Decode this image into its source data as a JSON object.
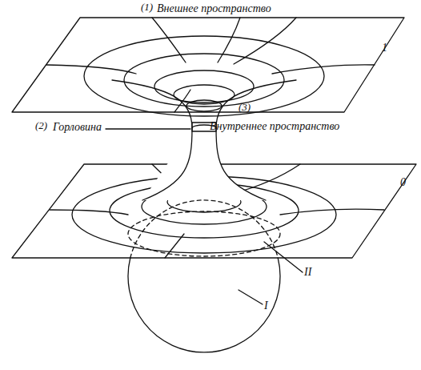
{
  "diagram": {
    "labels": [
      "(1)",
      "Внешнее пространство",
      "1",
      "(2)",
      "Горловина",
      "(3)",
      "Внутреннее пространство",
      "0",
      "II",
      "I"
    ]
  }
}
